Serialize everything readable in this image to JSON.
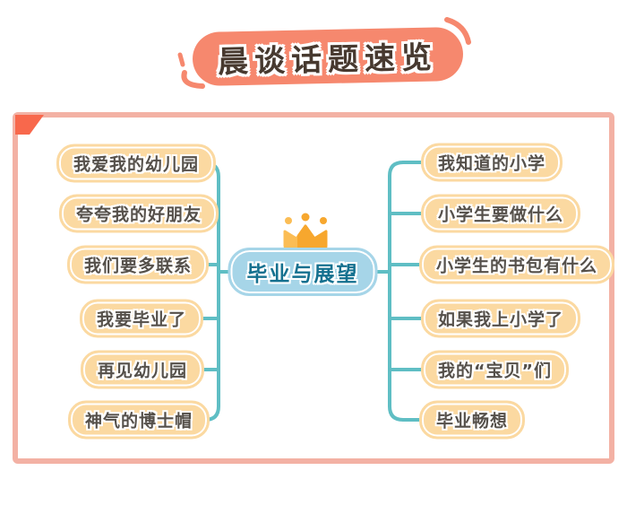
{
  "title": {
    "text": "晨谈话题速览"
  },
  "map": {
    "center_label": "毕业与展望",
    "center_icon": "crown",
    "left": [
      "我爱我的幼儿园",
      "夸夸我的好朋友",
      "我们要多联系",
      "我要毕业了",
      "再见幼儿园",
      "神气的博士帽"
    ],
    "right": [
      "我知道的小学",
      "小学生要做什么",
      "小学生的书包有什么",
      "如果我上小学了",
      "我的“宝贝”们",
      "毕业畅想"
    ]
  },
  "colors": {
    "badge_fill": "#F6886E",
    "badge_text": "#47392F",
    "card_border": "#F3B1A4",
    "corner_triangle": "#F8684C",
    "node_fill": "#FBD9A1",
    "node_text": "#55504A",
    "line": "#5FBEC4",
    "center_fill": "#A6D5E8",
    "center_text": "#14708F",
    "crown_main": "#F7A72E",
    "crown_light": "#FBBD55"
  }
}
